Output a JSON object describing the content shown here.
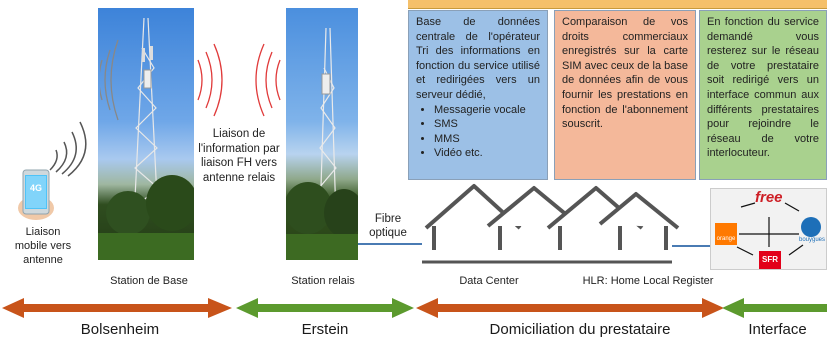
{
  "phone": {
    "label": "4G",
    "caption": "Liaison mobile vers antenne"
  },
  "station_base": {
    "caption": "Station de Base"
  },
  "station_relais": {
    "caption": "Station relais"
  },
  "link_fh": {
    "text": "Liaison de l'information par liaison FH vers antenne relais"
  },
  "fibre": {
    "text": "Fibre optique"
  },
  "data_center": {
    "caption": "Data Center"
  },
  "hlr": {
    "caption": "HLR: Home Local Register"
  },
  "box1": {
    "text": "Base de données centrale de l'opérateur Tri des informations en fonction du service utilisé et redirigées vers un serveur dédié,",
    "items": [
      "Messagerie vocale",
      "SMS",
      "MMS",
      "Vidéo etc."
    ]
  },
  "box2": {
    "text": "Comparaison de vos droits commerciaux enregistrés sur la carte SIM avec ceux de la base de données afin de vous fournir les prestations en fonction de l'abonnement souscrit."
  },
  "box3": {
    "text": "En fonction du service demandé vous resterez sur le réseau de votre prestataire soit redirigé vers un interface commun aux différents prestataires pour rejoindre le réseau de votre interlocuteur."
  },
  "operators": {
    "free": "free",
    "orange": "orange",
    "sfr": "SFR",
    "bouygues": "bouygues"
  },
  "zones": [
    "Bolsenheim",
    "Erstein",
    "Domiciliation du prestataire",
    "Interface"
  ],
  "colors": {
    "zone1": "#c8541a",
    "zone2": "#5c9a2e",
    "zone3": "#c8541a",
    "zone4": "#5c9a2e"
  }
}
